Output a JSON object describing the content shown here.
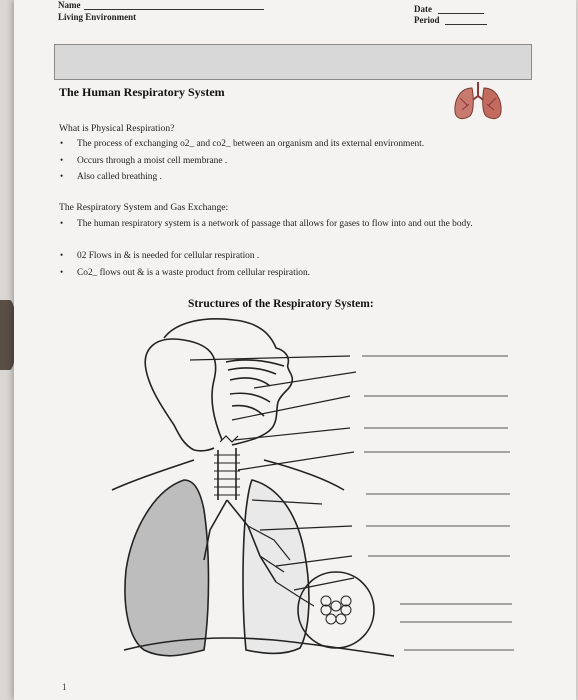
{
  "header": {
    "name_label": "Name",
    "class_label": "Living Environment",
    "date_label": "Date",
    "period_label": "Period"
  },
  "title": "The Human Respiratory System",
  "section1": {
    "heading": "What is Physical Respiration?",
    "bullets": [
      "The process of exchanging o2_ and co2_ between an organism and its external environment.",
      "Occurs through a moist cell membrane .",
      "Also called breathing ."
    ]
  },
  "section2": {
    "heading": "The Respiratory System and Gas Exchange:",
    "bullets": [
      "The human respiratory system is a network of passage that allows for gases to flow into and out the body.",
      "02 Flows in & is needed for cellular respiration .",
      "Co2_ flows out & is a waste product from cellular respiration."
    ]
  },
  "diagram": {
    "title": "Structures of the Respiratory System:",
    "blank_count": 10
  },
  "icons": [
    "lungs-icon"
  ],
  "page_number": "1"
}
